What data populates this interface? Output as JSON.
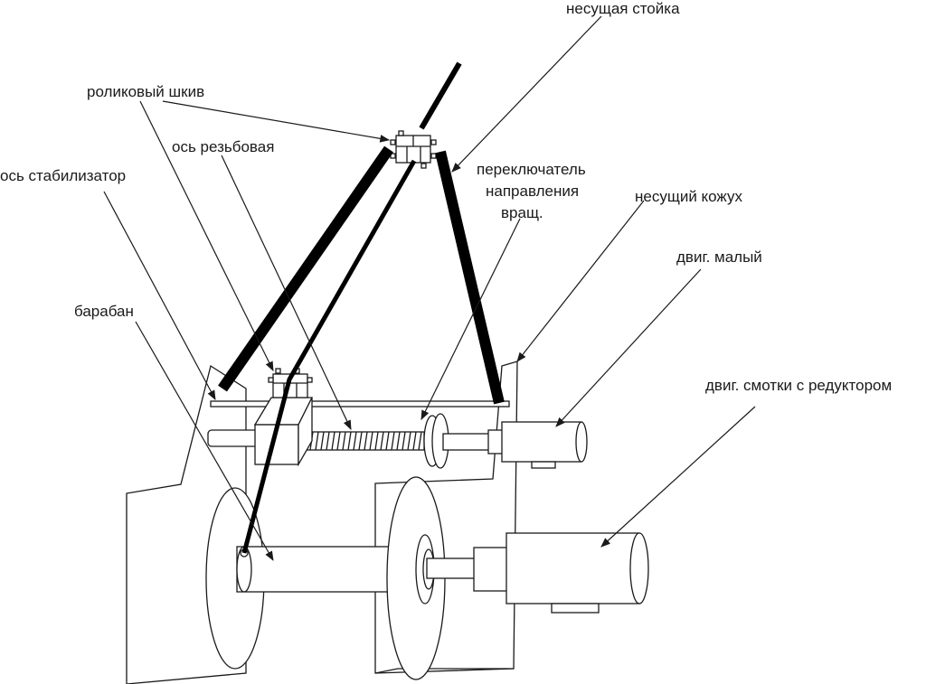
{
  "labels": {
    "support_post": "несущая стойка",
    "roller_pulley": "роликовый шкив",
    "threaded_axis": "ось резьбовая",
    "stabilizer_axis": "ось стабилизатор",
    "direction_switch_1": "переключатель",
    "direction_switch_2": "направления",
    "direction_switch_3": "вращ.",
    "housing": "несущий кожух",
    "small_motor": "двиг. малый",
    "drum": "барабан",
    "winding_motor": "двиг. смотки с редуктором"
  }
}
